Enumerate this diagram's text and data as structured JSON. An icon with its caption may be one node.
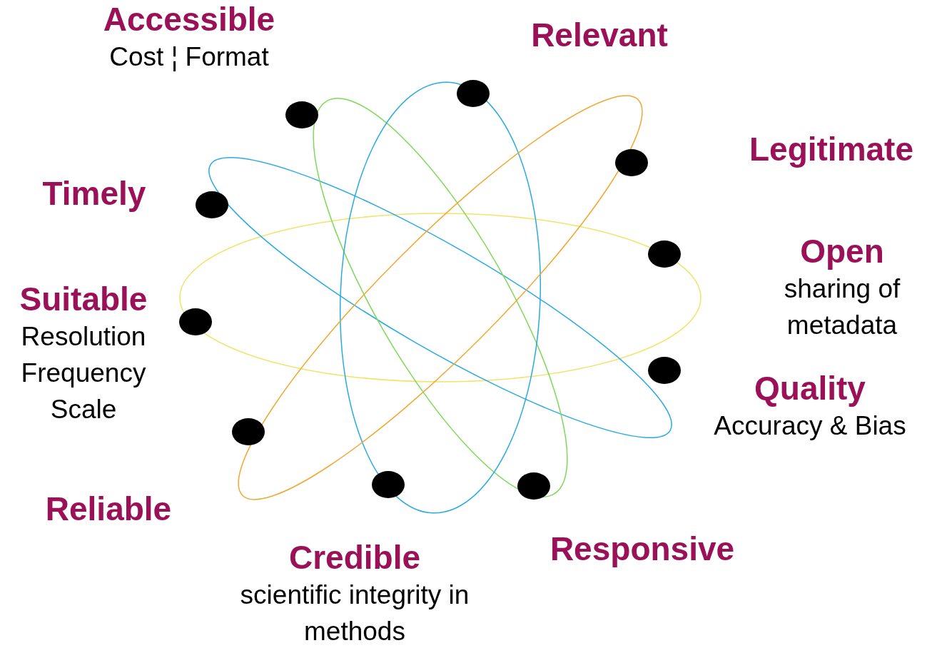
{
  "diagram": {
    "nodes": [
      {
        "text": [
          "Accessible",
          "Cost ¦ Format"
        ]
      },
      {
        "text": [
          "Relevant"
        ]
      },
      {
        "text": [
          "Legitimate"
        ]
      },
      {
        "text": [
          "Timely"
        ]
      },
      {
        "text": [
          "Open",
          "sharing of metadata"
        ]
      },
      {
        "text": [
          "Suitable",
          "Resolution",
          "Frequency",
          "Scale"
        ]
      },
      {
        "text": [
          "Quality",
          "Accuracy & Bias"
        ]
      },
      {
        "text": [
          "Reliable"
        ]
      },
      {
        "text": [
          "Credible",
          "scientific integrity in methods"
        ]
      },
      {
        "text": [
          "Responsive"
        ]
      }
    ]
  }
}
